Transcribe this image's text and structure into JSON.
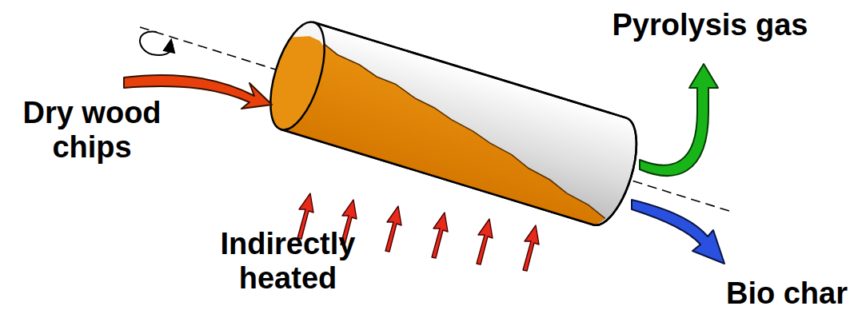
{
  "diagram": {
    "labels": [
      "Dry wood chips",
      "Pyrolysis gas",
      "Indirectly heated",
      "Bio char"
    ]
  }
}
